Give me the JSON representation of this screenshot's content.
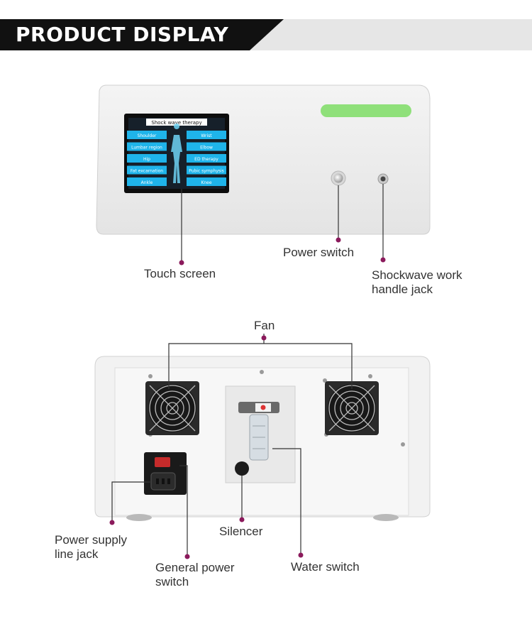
{
  "header": {
    "title": "PRODUCT DISPLAY"
  },
  "screen": {
    "title": "Shock wave therapy",
    "left_buttons": [
      "Shoulder",
      "Lumbar region",
      "Hip",
      "Fat excarnation",
      "Ankle"
    ],
    "right_buttons": [
      "Wrist",
      "Elbow",
      "ED therapy",
      "Pubic symphysis",
      "Knee"
    ]
  },
  "labels": {
    "touch_screen": "Touch screen",
    "power_switch": "Power switch",
    "handle_jack": "Shockwave work\nhandle jack",
    "fan": "Fan",
    "power_supply": "Power supply\nline jack",
    "silencer": "Silencer",
    "general_power": "General power\nswitch",
    "water_switch": "Water switch"
  },
  "colors": {
    "accent": "#8b1a5c",
    "screen_button": "#1fb4ea",
    "indicator": "#8fe07a"
  }
}
